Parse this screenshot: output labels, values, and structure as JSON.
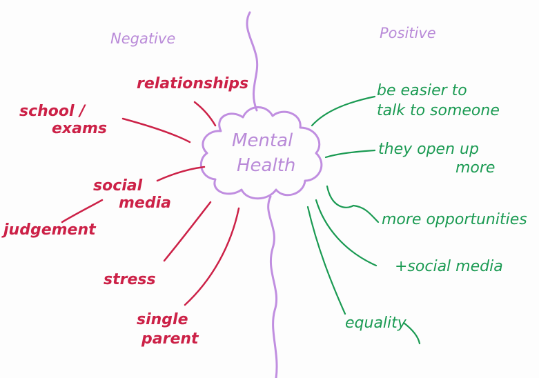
{
  "headings": {
    "negative": "Negative",
    "positive": "Positive"
  },
  "center": {
    "line1": "Mental",
    "line2": "Health"
  },
  "negative_items": {
    "relationships": "relationships",
    "school_line1": "school /",
    "school_line2": "exams",
    "social_line1": "social",
    "social_line2": "media",
    "judgement": "judgement",
    "stress": "stress",
    "single_line1": "single",
    "single_line2": "parent"
  },
  "positive_items": {
    "easier_line1": "be easier to",
    "easier_line2": "talk to someone",
    "open_line1": "they open up",
    "open_line2": "more",
    "opportunities": "more opportunities",
    "social_media": "+social media",
    "equality": "equality"
  },
  "colors": {
    "negative": "#cc2147",
    "positive": "#1a9a52",
    "center": "#b98ad8"
  }
}
